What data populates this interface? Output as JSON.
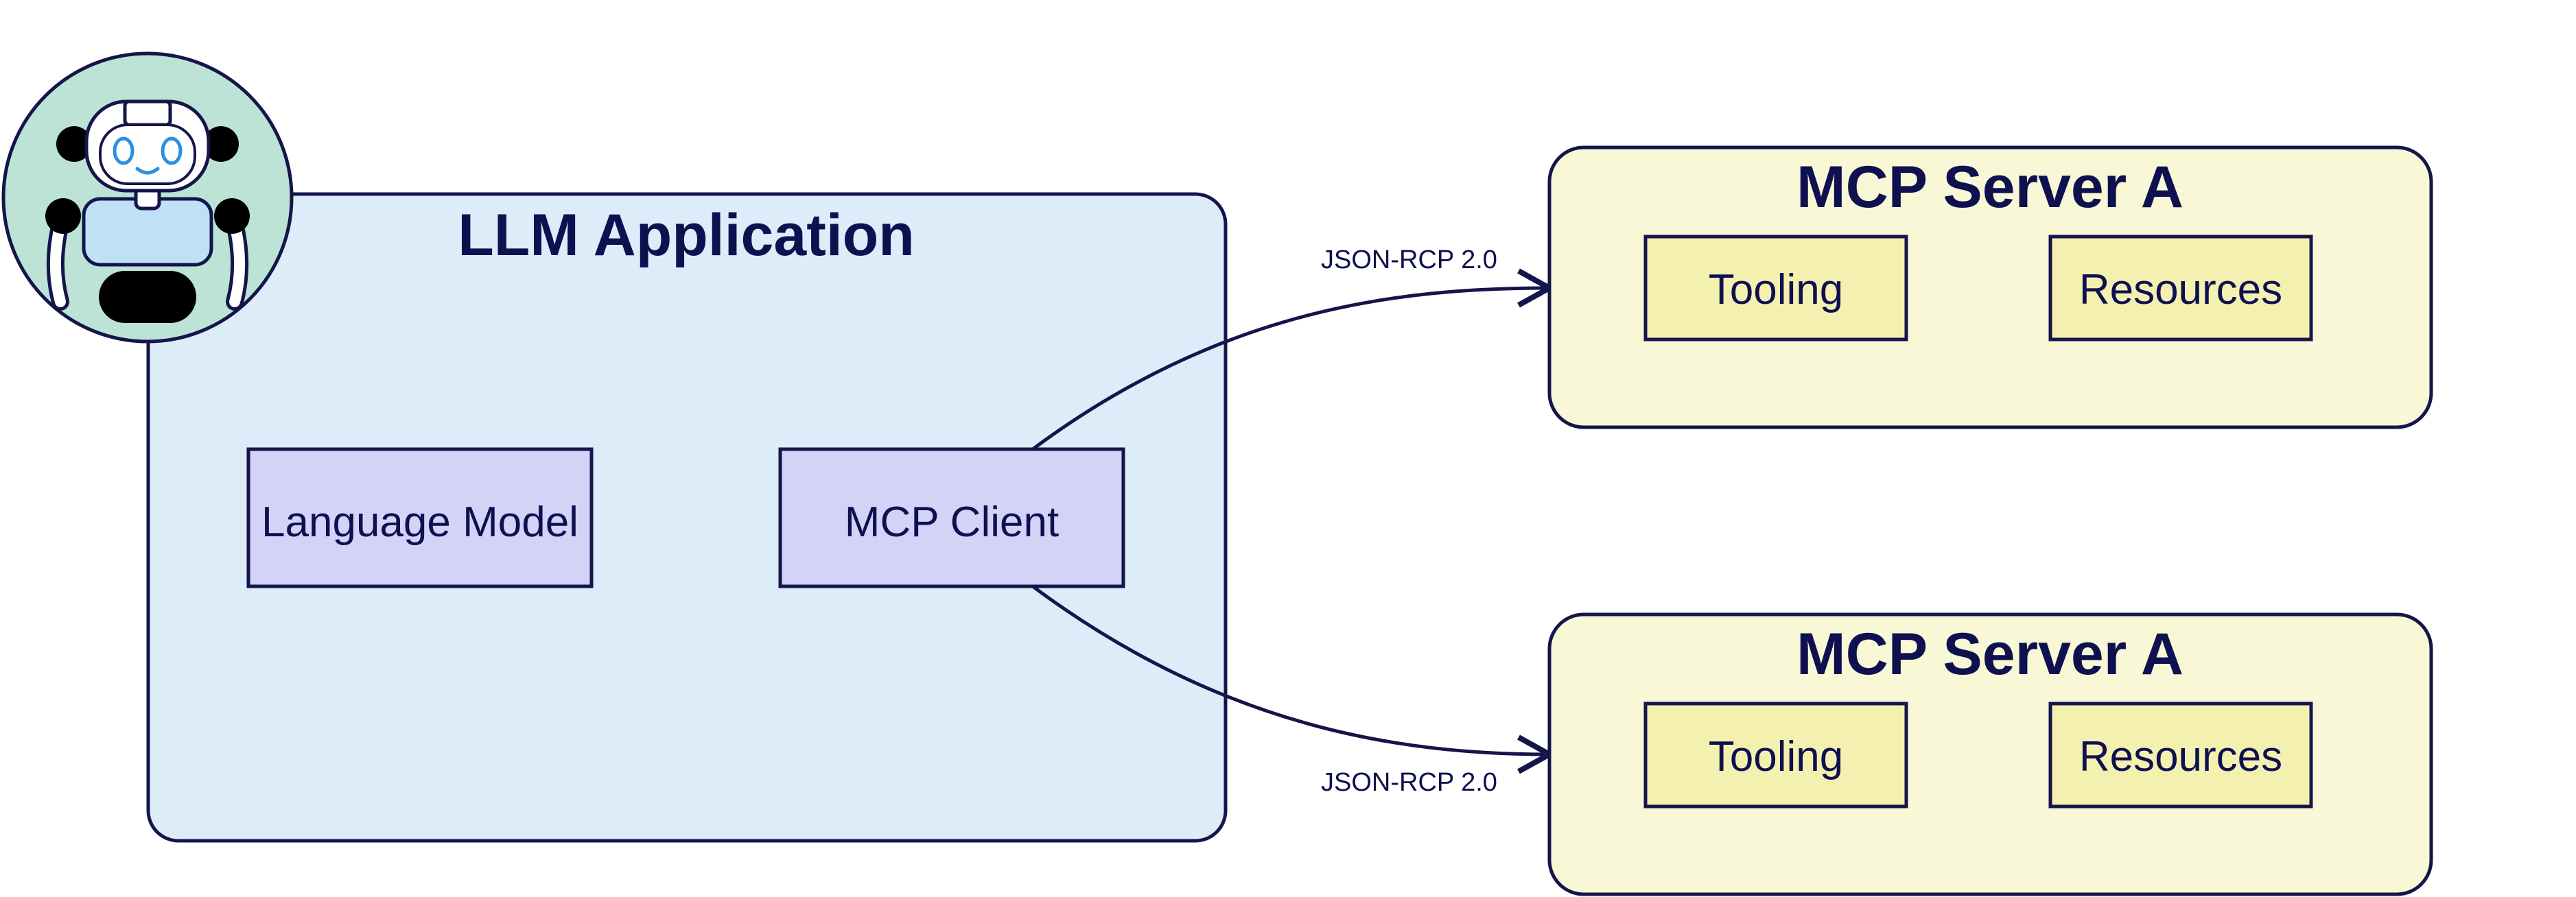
{
  "colors": {
    "stroke": "#14154a",
    "text": "#0f1050",
    "app_fill": "#dcedf9",
    "component_fill": "#d3d3f7",
    "server_fill": "#f8f7d6",
    "server_component_fill": "#f4f1b0",
    "robot_bg": "#bde3d6"
  },
  "app": {
    "title": "LLM Application",
    "icon": "robot-icon",
    "components": {
      "language_model": "Language Model",
      "mcp_client": "MCP Client"
    }
  },
  "servers": [
    {
      "title": "MCP Server A",
      "tooling": "Tooling",
      "resources": "Resources"
    },
    {
      "title": "MCP Server A",
      "tooling": "Tooling",
      "resources": "Resources"
    }
  ],
  "connections": [
    {
      "label": "JSON-RCP 2.0"
    },
    {
      "label": "JSON-RCP 2.0"
    }
  ]
}
